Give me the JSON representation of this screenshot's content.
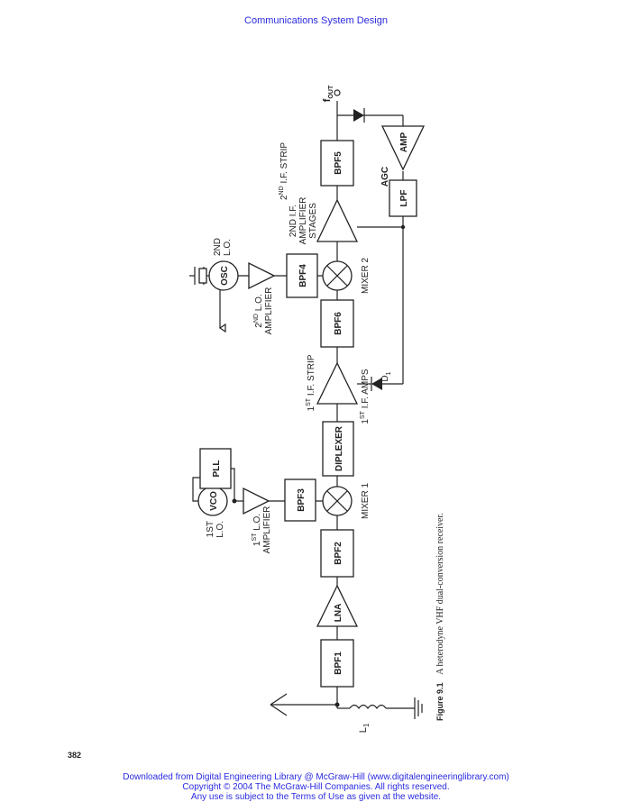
{
  "header": {
    "title": "Communications System Design"
  },
  "page_number": "382",
  "figure": {
    "number": "Figure 9.1",
    "caption": "A heterodyne VHF dual-conversion receiver."
  },
  "diagram": {
    "blocks": {
      "bpf1": "BPF1",
      "lna": "LNA",
      "bpf2": "BPF2",
      "bpf3": "BPF3",
      "vco": "VCO",
      "pll": "PLL",
      "diplexer": "DIPLEXER",
      "bpf6": "BPF6",
      "bpf4": "BPF4",
      "osc": "OSC",
      "bpf5": "BPF5",
      "lpf": "LPF",
      "amp": "AMP"
    },
    "labels": {
      "inductor": "L",
      "inductor_sub": "1",
      "first_lo_1": "1ST",
      "first_lo_2": "L.O.",
      "first_lo_amp_base": "1",
      "first_lo_amp_sup": "ST",
      "first_lo_amp_rest": " L.O.",
      "first_lo_amp_2": "AMPLIFIER",
      "mixer1": "MIXER 1",
      "if1_strip_base": "1",
      "if1_strip_sup": "ST",
      "if1_strip_rest": " I.F. STRIP",
      "if1_amps_base": "1",
      "if1_amps_sup": "ST",
      "if1_amps_rest": " I.F.   AMPS",
      "d1_base": "D",
      "d1_sub": "1",
      "mixer2": "MIXER 2",
      "second_lo_amp_base": "2",
      "second_lo_amp_sup": "ND",
      "second_lo_amp_rest": " L.O.",
      "second_lo_amp_2": "AMPLIFIER",
      "second_lo_1": "2ND",
      "second_lo_2": "L.O.",
      "if2_stages_1": "2ND I.F.",
      "if2_stages_2": "AMPLIFIER",
      "if2_stages_3": "STAGES",
      "if2_strip_base": "2",
      "if2_strip_sup": "ND",
      "if2_strip_rest": " I.F. STRIP",
      "agc": "AGC",
      "fout_base": "f",
      "fout_sub": "OUT"
    }
  },
  "footer": {
    "line1": "Downloaded from Digital Engineering Library @ McGraw-Hill (www.digitalengineeringlibrary.com)",
    "line2": "Copyright © 2004 The McGraw-Hill Companies. All rights reserved.",
    "line3": "Any use is subject to the Terms of Use as given at the website."
  }
}
